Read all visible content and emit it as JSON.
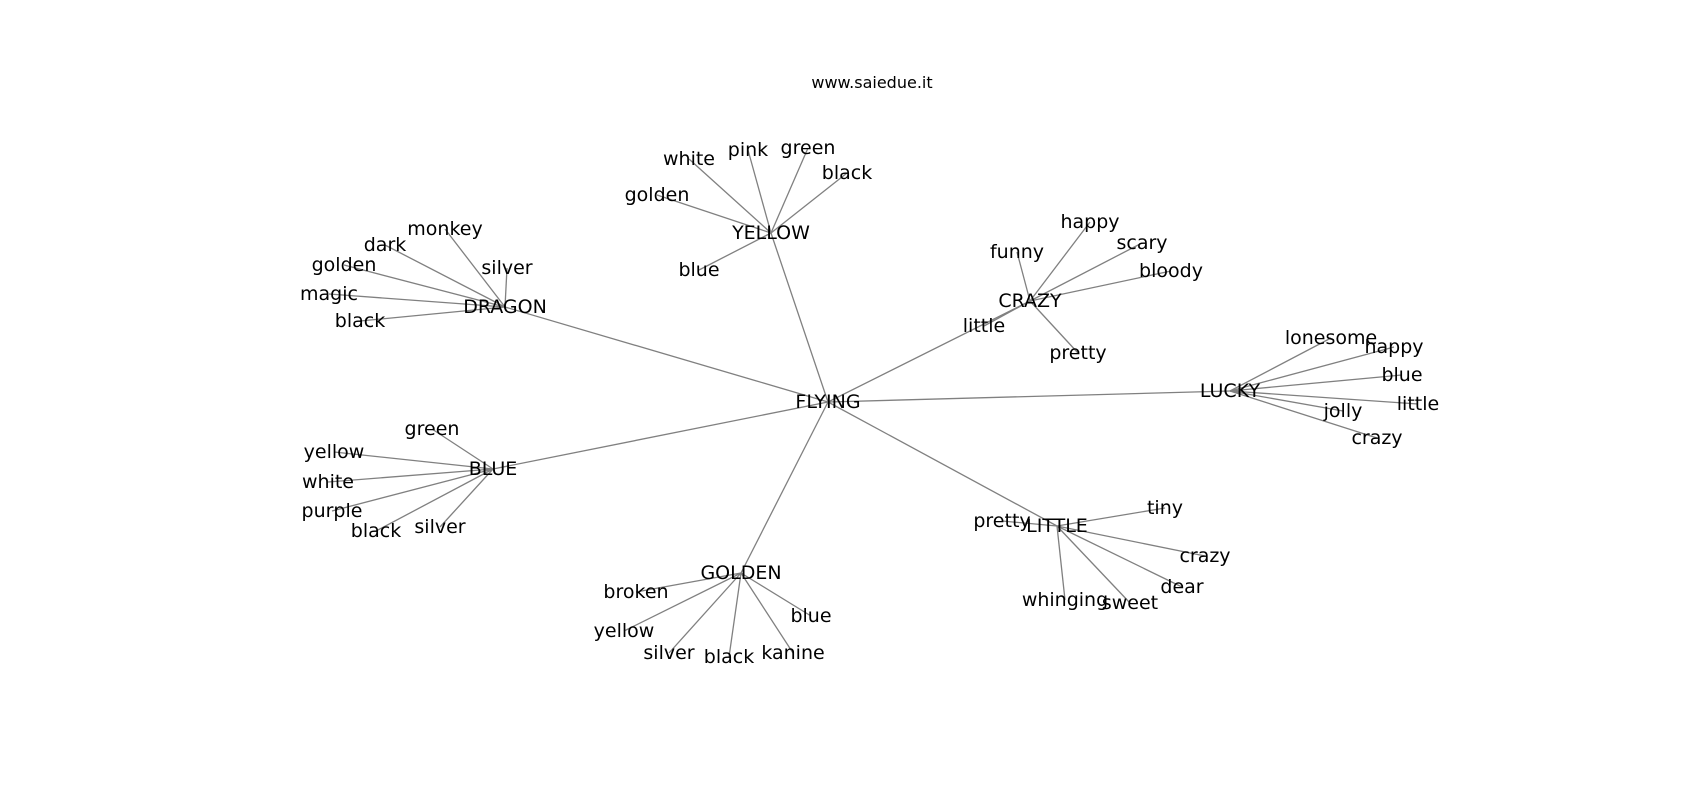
{
  "title": "www.saiedue.it",
  "center": {
    "id": "flying",
    "label": "FLYING"
  },
  "hubs": [
    {
      "id": "yellow",
      "label": "YELLOW",
      "leaves": [
        "white",
        "pink",
        "green",
        "black",
        "golden",
        "blue"
      ]
    },
    {
      "id": "dragon",
      "label": "DRAGON",
      "leaves": [
        "monkey",
        "dark",
        "silver",
        "golden",
        "magic",
        "black"
      ]
    },
    {
      "id": "crazy",
      "label": "CRAZY",
      "leaves": [
        "happy",
        "funny",
        "scary",
        "bloody",
        "little",
        "pretty"
      ]
    },
    {
      "id": "lucky",
      "label": "LUCKY",
      "leaves": [
        "lonesome",
        "happy",
        "blue",
        "little",
        "jolly",
        "crazy"
      ]
    },
    {
      "id": "blue",
      "label": "BLUE",
      "leaves": [
        "green",
        "yellow",
        "white",
        "purple",
        "black",
        "silver"
      ]
    },
    {
      "id": "little",
      "label": "LITTLE",
      "leaves": [
        "tiny",
        "pretty",
        "crazy",
        "dear",
        "sweet",
        "whinging"
      ]
    },
    {
      "id": "golden",
      "label": "GOLDEN",
      "leaves": [
        "broken",
        "blue",
        "yellow",
        "silver",
        "black",
        "kanine"
      ]
    }
  ],
  "colors": {
    "edge": "#808080",
    "text": "#000000",
    "background": "#ffffff"
  }
}
